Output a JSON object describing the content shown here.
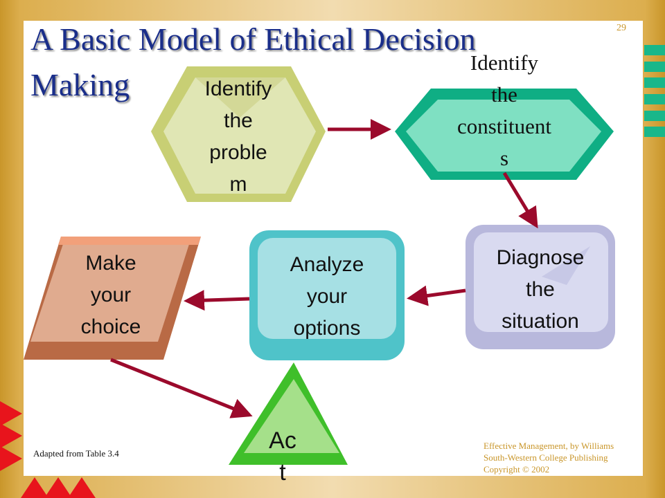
{
  "slide": {
    "title_line1": "A Basic Model of Ethical Decision",
    "title_line2": "Making",
    "page_number": "29",
    "note": "Adapted from Table 3.4",
    "credits": [
      "Effective Management, by Williams",
      "South-Western College Publishing",
      "Copyright © 2002"
    ]
  },
  "steps": {
    "identify_problem": [
      "Identify",
      "the",
      "proble",
      "m"
    ],
    "identify_constituents": [
      "Identify",
      "the",
      "constituent",
      "s"
    ],
    "diagnose": [
      "Diagnose",
      "the",
      "situation"
    ],
    "analyze": [
      "Analyze",
      "your",
      "options"
    ],
    "choice": [
      "Make",
      "your",
      "choice"
    ],
    "act": [
      "Ac",
      "t"
    ]
  },
  "colors": {
    "title": "#1a2e8a",
    "accent_gold": "#c9962a",
    "stripe_green": "#19b78a",
    "arrow": "#9b0a2c",
    "problem_fill": "#e0e6b4",
    "constituents_fill": "#7fe0c2",
    "diagnose_fill": "#d9daf0",
    "analyze_fill": "#a6e0e4",
    "choice_fill": "#e0ab8f",
    "act_fill": "#a5e08a"
  }
}
